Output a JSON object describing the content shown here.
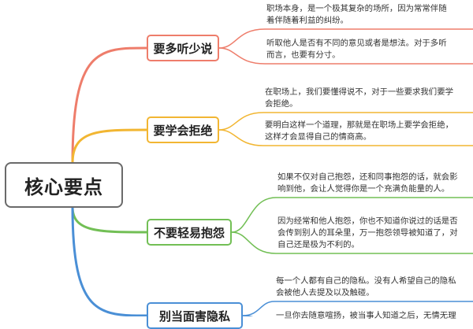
{
  "root": {
    "label": "核心要点"
  },
  "branches": [
    {
      "label": "要多听少说",
      "color": "#ee7d6b",
      "notes": [
        "职场本身，是一个极其复杂的场所，因为常常伴随着伴随着利益的纠纷。",
        "听取他人是否有不同的意见或者是想法。对于多听而言，也要有分寸。"
      ]
    },
    {
      "label": "要学会拒绝",
      "color": "#f2b632",
      "notes": [
        "在职场上，我们要懂得说不，对于一些要求我们要学会拒绝。",
        "要明白这样一个道理，那就是在职场上要学会拒绝，这样才会显得自己的情商高。"
      ]
    },
    {
      "label": "不要轻易抱怨",
      "color": "#72bf55",
      "notes": [
        "如果不仅对自己抱怨，还和同事抱怨的话，就会影响到他，会让人觉得你是一个充满负能量的人。",
        "因为经常和他人抱怨，你也不知道你说过的话是否会传到别人的耳朵里，万一抱怨领导被知道了，对自己还是极为不利的。"
      ]
    },
    {
      "label": "别当面害隐私",
      "color": "#4a8fd6",
      "notes": [
        "每一个人都有自己的隐私。没有人希望自己的隐私会被他人去提及以及触碰。",
        "一旦你去随意喧扬，被当事人知道之后，无情无理"
      ]
    }
  ]
}
